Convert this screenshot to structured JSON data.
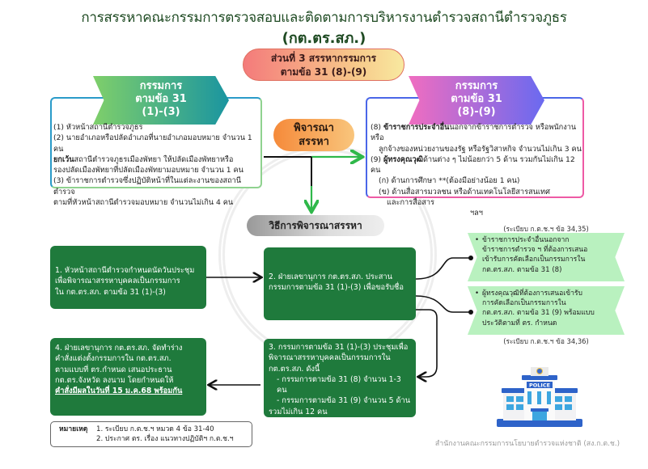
{
  "header": {
    "title": "การสรรหาคณะกรรมการตรวจสอบและติดตามการบริหารงานตำรวจสถานีตำรวจภูธร",
    "subtitle": "(กต.ตร.สภ.)"
  },
  "section_pill": {
    "line1": "ส่วนที่ 3 สรรหากรรมการ",
    "line2": "ตามข้อ 31 (8)-(9)"
  },
  "left_panel": {
    "ribbon": [
      "กรรมการ",
      "ตามข้อ 31",
      "(1)-(3)"
    ],
    "items": {
      "i1": "(1) หัวหน้าสถานีตำรวจภูธร",
      "i2a": "(2) นายอำเภอหรือปลัดอำเภอที่นายอำเภอมอบหมาย จำนวน 1 คน",
      "i2b_bold": "ยกเว้น",
      "i2b_rest": "สถานีตำรวจภูธรเมืองพัทยา ให้ปลัดเมืองพัทยาหรือ",
      "i2c": "รองปลัดเมืองพัทยาที่ปลัดเมืองพัทยามอบหมาย จำนวน 1 คน",
      "i3a": "(3) ข้าราชการตำรวจซึ่งปฏิบัติหน้าที่ในแต่ละงานของสถานีตำรวจ",
      "i3b": "ตามที่หัวหน้าสถานีตำรวจมอบหมาย จำนวนไม่เกิน 4 คน"
    }
  },
  "right_panel": {
    "ribbon": [
      "กรรมการ",
      "ตามข้อ 31",
      "(8)-(9)"
    ],
    "items": {
      "i8_num": "(8)",
      "i8_bold": "ข้าราชการประจำอื่น",
      "i8_rest": "นอกจากข้าราชการตำรวจ หรือพนักงาน หรือ",
      "i8b": "ลูกจ้างของหน่วยงานของรัฐ หรือรัฐวิสาหกิจ จำนวนไม่เกิน 3 คน",
      "i9_num": "(9)",
      "i9_bold": "ผู้ทรงคุณวุฒิ",
      "i9_rest": "ด้านต่าง ๆ ไม่น้อยกว่า 5 ด้าน รวมกันไม่เกิน 12 คน",
      "ia": "(ก) ด้านการศึกษา **(ต้องมีอย่างน้อย 1 คน)",
      "ib1": "(ข) ด้านสื่อสารมวลชน หรือด้านเทคโนโลยีสารสนเทศ",
      "ib2": "และการสื่อสาร",
      "etc": "ฯลฯ"
    }
  },
  "consider_pill": {
    "line1": "พิจารณา",
    "line2": "สรรหา"
  },
  "method_pill": "วิธีการพิจารณาสรรหา",
  "steps": {
    "s1": [
      "1. หัวหน้าสถานีตำรวจกำหนดนัดวันประชุม",
      "เพื่อพิจารณาสรรหาบุคคลเป็นกรรมการ",
      "ใน กต.ตร.สภ. ตามข้อ 31 (1)-(3)"
    ],
    "s2": [
      "2. ฝ่ายเลขานุการ กต.ตร.สภ. ประสาน",
      "กรรมการตามข้อ 31 (1)-(3) เพื่อขอรับชื่อ"
    ],
    "s3": [
      "3. กรรมการตามข้อ 31 (1)-(3) ประชุมเพื่อ",
      "พิจารณาสรรหาบุคคลเป็นกรรมการใน",
      "กต.ตร.สภ. ดังนี้",
      "- กรรมการตามข้อ 31 (8) จำนวน 1-3 คน",
      "- กรรมการตามข้อ 31 (9) จำนวน 5 ด้าน",
      "รวมไม่เกิน 12 คน"
    ],
    "s4": [
      "4. ฝ่ายเลขานุการ กต.ตร.สภ. จัดทำร่าง",
      "คำสั่งแต่งตั้งกรรมการใน กต.ตร.สภ.",
      "ตามแบบที่ ตร.กำหนด เสนอประธาน",
      "กต.ตร.จังหวัด ลงนาม โดยกำหนดให้"
    ],
    "s4_emphasis": "คำสั่งมีผลในวันที่ 15 ม.ค.68 พร้อมกัน"
  },
  "side_notes": {
    "reg1": "(ระเบียบ ก.ต.ช.ฯ ข้อ 34,35)",
    "n1": [
      "ข้าราชการประจำอื่นนอกจาก",
      "ข้าราชการตำรวจ ฯ ที่ต้องการเสนอ",
      "เข้ารับการคัดเลือกเป็นกรรมการใน",
      "กต.ตร.สภ. ตามข้อ 31 (8)"
    ],
    "n2": [
      "ผู้ทรงคุณวุฒิที่ต้องการเสนอเข้ารับ",
      "การคัดเลือกเป็นกรรมการใน",
      "กต.ตร.สภ. ตามข้อ 31 (9) พร้อมแบบ",
      "ประวัติตามที่ ตร. กำหนด"
    ],
    "reg2": "(ระเบียบ ก.ต.ช.ฯ ข้อ 34,36)"
  },
  "remarks": {
    "label": "หมายเหตุ",
    "r1": "1. ระเบียบ ก.ต.ช.ฯ หมวด 4 ข้อ 31-40",
    "r2": "2. ประกาศ ตร. เรื่อง แนวทางปฏิบัติฯ ก.ต.ช.ฯ"
  },
  "illustration": {
    "sign": "POLICE"
  },
  "footer": "สำนักงานคณะกรรมการนโยบายตำรวจแห่งชาติ (สง.ก.ต.ช.)",
  "colors": {
    "title": "#1e4a22",
    "step_green": "#1f7a3c",
    "note_green": "#b9f1bf",
    "arrow_green": "#2fb84a"
  }
}
